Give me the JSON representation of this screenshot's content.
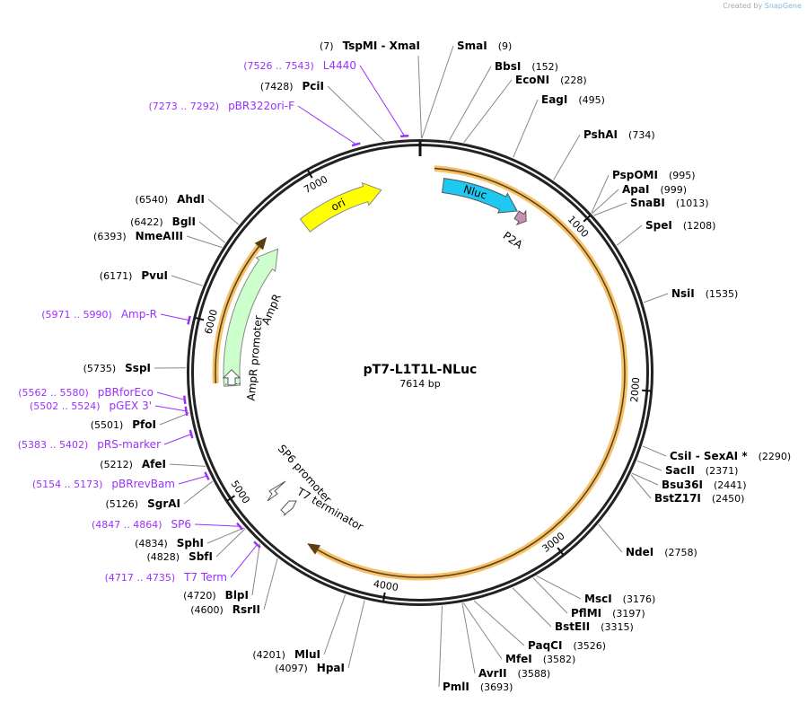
{
  "watermark": {
    "prefix": "Created by",
    "brand": "SnapGene"
  },
  "plasmid": {
    "name": "pT7-L1T1L-NLuc",
    "length_label": "7614 bp",
    "length": 7614
  },
  "ticks": [
    "1000",
    "2000",
    "3000",
    "4000",
    "5000",
    "6000",
    "7000"
  ],
  "colors": {
    "ring": "#222222",
    "primer": "#9b30ff",
    "orf": "#f5c26b",
    "ori": "#ffff00",
    "nluc": "#1ec8f0",
    "p2a": "#c890b0",
    "ampr": "#ccffcc"
  },
  "enzymes": [
    {
      "name": "TspMI  - XmaI",
      "pos": "7"
    },
    {
      "name": "SmaI",
      "pos": "9"
    },
    {
      "name": "BbsI",
      "pos": "152"
    },
    {
      "name": "EcoNI",
      "pos": "228"
    },
    {
      "name": "EagI",
      "pos": "495"
    },
    {
      "name": "PshAI",
      "pos": "734"
    },
    {
      "name": "PspOMI",
      "pos": "995"
    },
    {
      "name": "ApaI",
      "pos": "999"
    },
    {
      "name": "SnaBI",
      "pos": "1013"
    },
    {
      "name": "SpeI",
      "pos": "1208"
    },
    {
      "name": "NsiI",
      "pos": "1535"
    },
    {
      "name": "CsiI  - SexAI *",
      "pos": "2290"
    },
    {
      "name": "SacII",
      "pos": "2371"
    },
    {
      "name": "Bsu36I",
      "pos": "2441"
    },
    {
      "name": "BstZ17I",
      "pos": "2450"
    },
    {
      "name": "NdeI",
      "pos": "2758"
    },
    {
      "name": "MscI",
      "pos": "3176"
    },
    {
      "name": "PflMI",
      "pos": "3197"
    },
    {
      "name": "BstEII",
      "pos": "3315"
    },
    {
      "name": "PaqCI",
      "pos": "3526"
    },
    {
      "name": "MfeI",
      "pos": "3582"
    },
    {
      "name": "AvrII",
      "pos": "3588"
    },
    {
      "name": "PmlI",
      "pos": "3693"
    },
    {
      "name": "MluI",
      "pos": "4201"
    },
    {
      "name": "HpaI",
      "pos": "4097"
    },
    {
      "name": "RsrII",
      "pos": "4600"
    },
    {
      "name": "BlpI",
      "pos": "4720"
    },
    {
      "name": "SbfI",
      "pos": "4828"
    },
    {
      "name": "SphI",
      "pos": "4834"
    },
    {
      "name": "SgrAI",
      "pos": "5126"
    },
    {
      "name": "AfeI",
      "pos": "5212"
    },
    {
      "name": "PfoI",
      "pos": "5501"
    },
    {
      "name": "SspI",
      "pos": "5735"
    },
    {
      "name": "PvuI",
      "pos": "6171"
    },
    {
      "name": "NmeAIII",
      "pos": "6393"
    },
    {
      "name": "BglI",
      "pos": "6422"
    },
    {
      "name": "AhdI",
      "pos": "6540"
    },
    {
      "name": "PciI",
      "pos": "7428"
    }
  ],
  "primers": [
    {
      "name": "L4440",
      "range": "7526 .. 7543"
    },
    {
      "name": "pBR322ori-F",
      "range": "7273 .. 7292"
    },
    {
      "name": "Amp-R",
      "range": "5971 .. 5990"
    },
    {
      "name": "pBRforEco",
      "range": "5562 .. 5580"
    },
    {
      "name": "pGEX 3'",
      "range": "5502 .. 5524"
    },
    {
      "name": "pRS-marker",
      "range": "5383 .. 5402"
    },
    {
      "name": "pBRrevBam",
      "range": "5154 .. 5173"
    },
    {
      "name": "SP6",
      "range": "4847 .. 4864"
    },
    {
      "name": "T7 Term",
      "range": "4717 .. 4735"
    }
  ],
  "features": {
    "ori": "ori",
    "nluc": "Nluc",
    "p2a": "P2A",
    "ampr": "AmpR",
    "ampr_promoter": "AmpR promoter",
    "sp6_promoter": "SP6 promoter",
    "t7_terminator": "T7 terminator"
  }
}
